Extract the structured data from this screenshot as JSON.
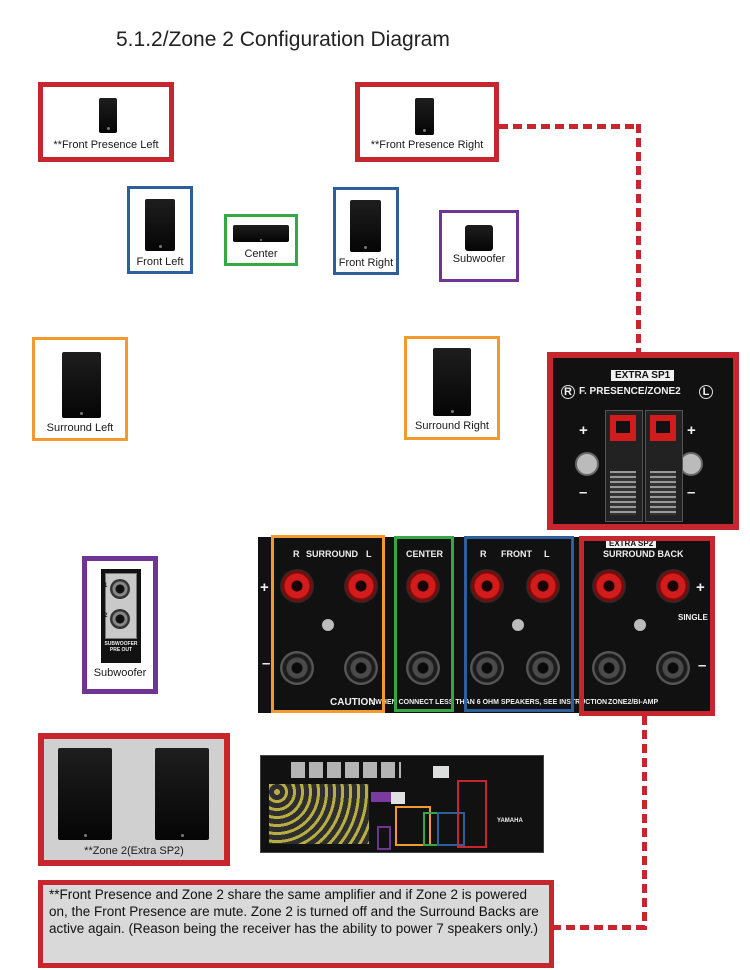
{
  "title": "5.1.2/Zone 2 Configuration Diagram",
  "speakers": {
    "front_presence_left": "**Front Presence Left",
    "front_presence_right": "**Front Presence Right",
    "front_left": "Front Left",
    "center": "Center",
    "front_right": "Front Right",
    "subwoofer": "Subwoofer",
    "surround_left": "Surround Left",
    "surround_right": "Surround Right",
    "subwoofer_out": "Subwoofer",
    "zone2": "**Zone 2(Extra SP2)"
  },
  "extra_sp1": {
    "header": "EXTRA SP1",
    "label": "F. PRESENCE/ZONE2",
    "r": "R",
    "l": "L",
    "plus": "+",
    "minus": "–"
  },
  "terminals": {
    "extra_sp2": "EXTRA SP2",
    "surround": "SURROUND",
    "center": "CENTER",
    "front": "FRONT",
    "surround_back": "SURROUND BACK",
    "single": "SINGLE",
    "caution": "CAUTION",
    "caution_text": ": WHEN CONNECT LESS THAN 6 OHM SPEAKERS, SEE INSTRUCTION",
    "zone2_biamp": "ZONE2/BI-AMP",
    "r": "R",
    "l": "L",
    "plus": "+",
    "minus": "–"
  },
  "sub_jack": {
    "label": "SUBWOOFER PRE OUT",
    "n1": "1",
    "n2": "2"
  },
  "receiver": {
    "brand": "YAMAHA"
  },
  "note": "**Front Presence and Zone 2 share the same amplifier and if Zone 2 is powered on, the Front Presence are mute.  Zone 2 is turned off and the Surround Backs are active again. (Reason being the receiver has the ability to power 7 speakers only.)",
  "colors": {
    "red": "#c8262e",
    "blue": "#2e5f9a",
    "green": "#35a845",
    "purple": "#6e3592",
    "orange": "#f39a2e"
  }
}
